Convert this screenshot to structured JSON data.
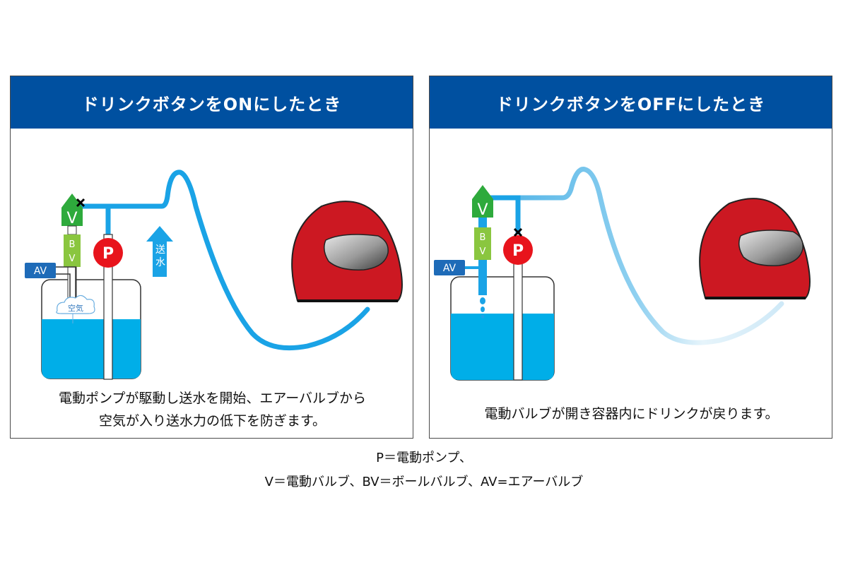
{
  "panels": {
    "on": {
      "title": "ドリンクボタンをONにしたとき",
      "caption_line1": "電動ポンプが駆動し送水を開始、エアーバルブから",
      "caption_line2": "空気が入り送水力の低下を防ぎます。",
      "labels": {
        "v": "V",
        "b": "B",
        "bv_v": "V",
        "p": "P",
        "av": "AV",
        "air": "空気",
        "send1": "送",
        "send2": "水"
      }
    },
    "off": {
      "title": "ドリンクボタンをOFFにしたとき",
      "caption": "電動バルブが開き容器内にドリンクが戻ります。",
      "labels": {
        "v": "V",
        "b": "B",
        "bv_v": "V",
        "p": "P",
        "av": "AV"
      }
    }
  },
  "legend": {
    "line1": "P＝電動ポンプ、",
    "line2": "V＝電動バルブ、BV＝ボールバルブ、AV=エアーバルブ"
  },
  "colors": {
    "header_blue": "#0050a0",
    "tube_blue": "#1aa3e6",
    "water_blue": "#00aee8",
    "valve_green": "#2eaa3c",
    "ballvalve_green": "#8ac63f",
    "pump_red": "#e8141c",
    "helmet_red": "#cc1822",
    "av_blue": "#1e6bb8"
  },
  "icons": [
    "helmet-icon",
    "pump-icon",
    "valve-icon",
    "ball-valve-icon",
    "air-valve-icon",
    "air-cloud-icon",
    "arrow-up-icon",
    "close-mark-icon"
  ]
}
